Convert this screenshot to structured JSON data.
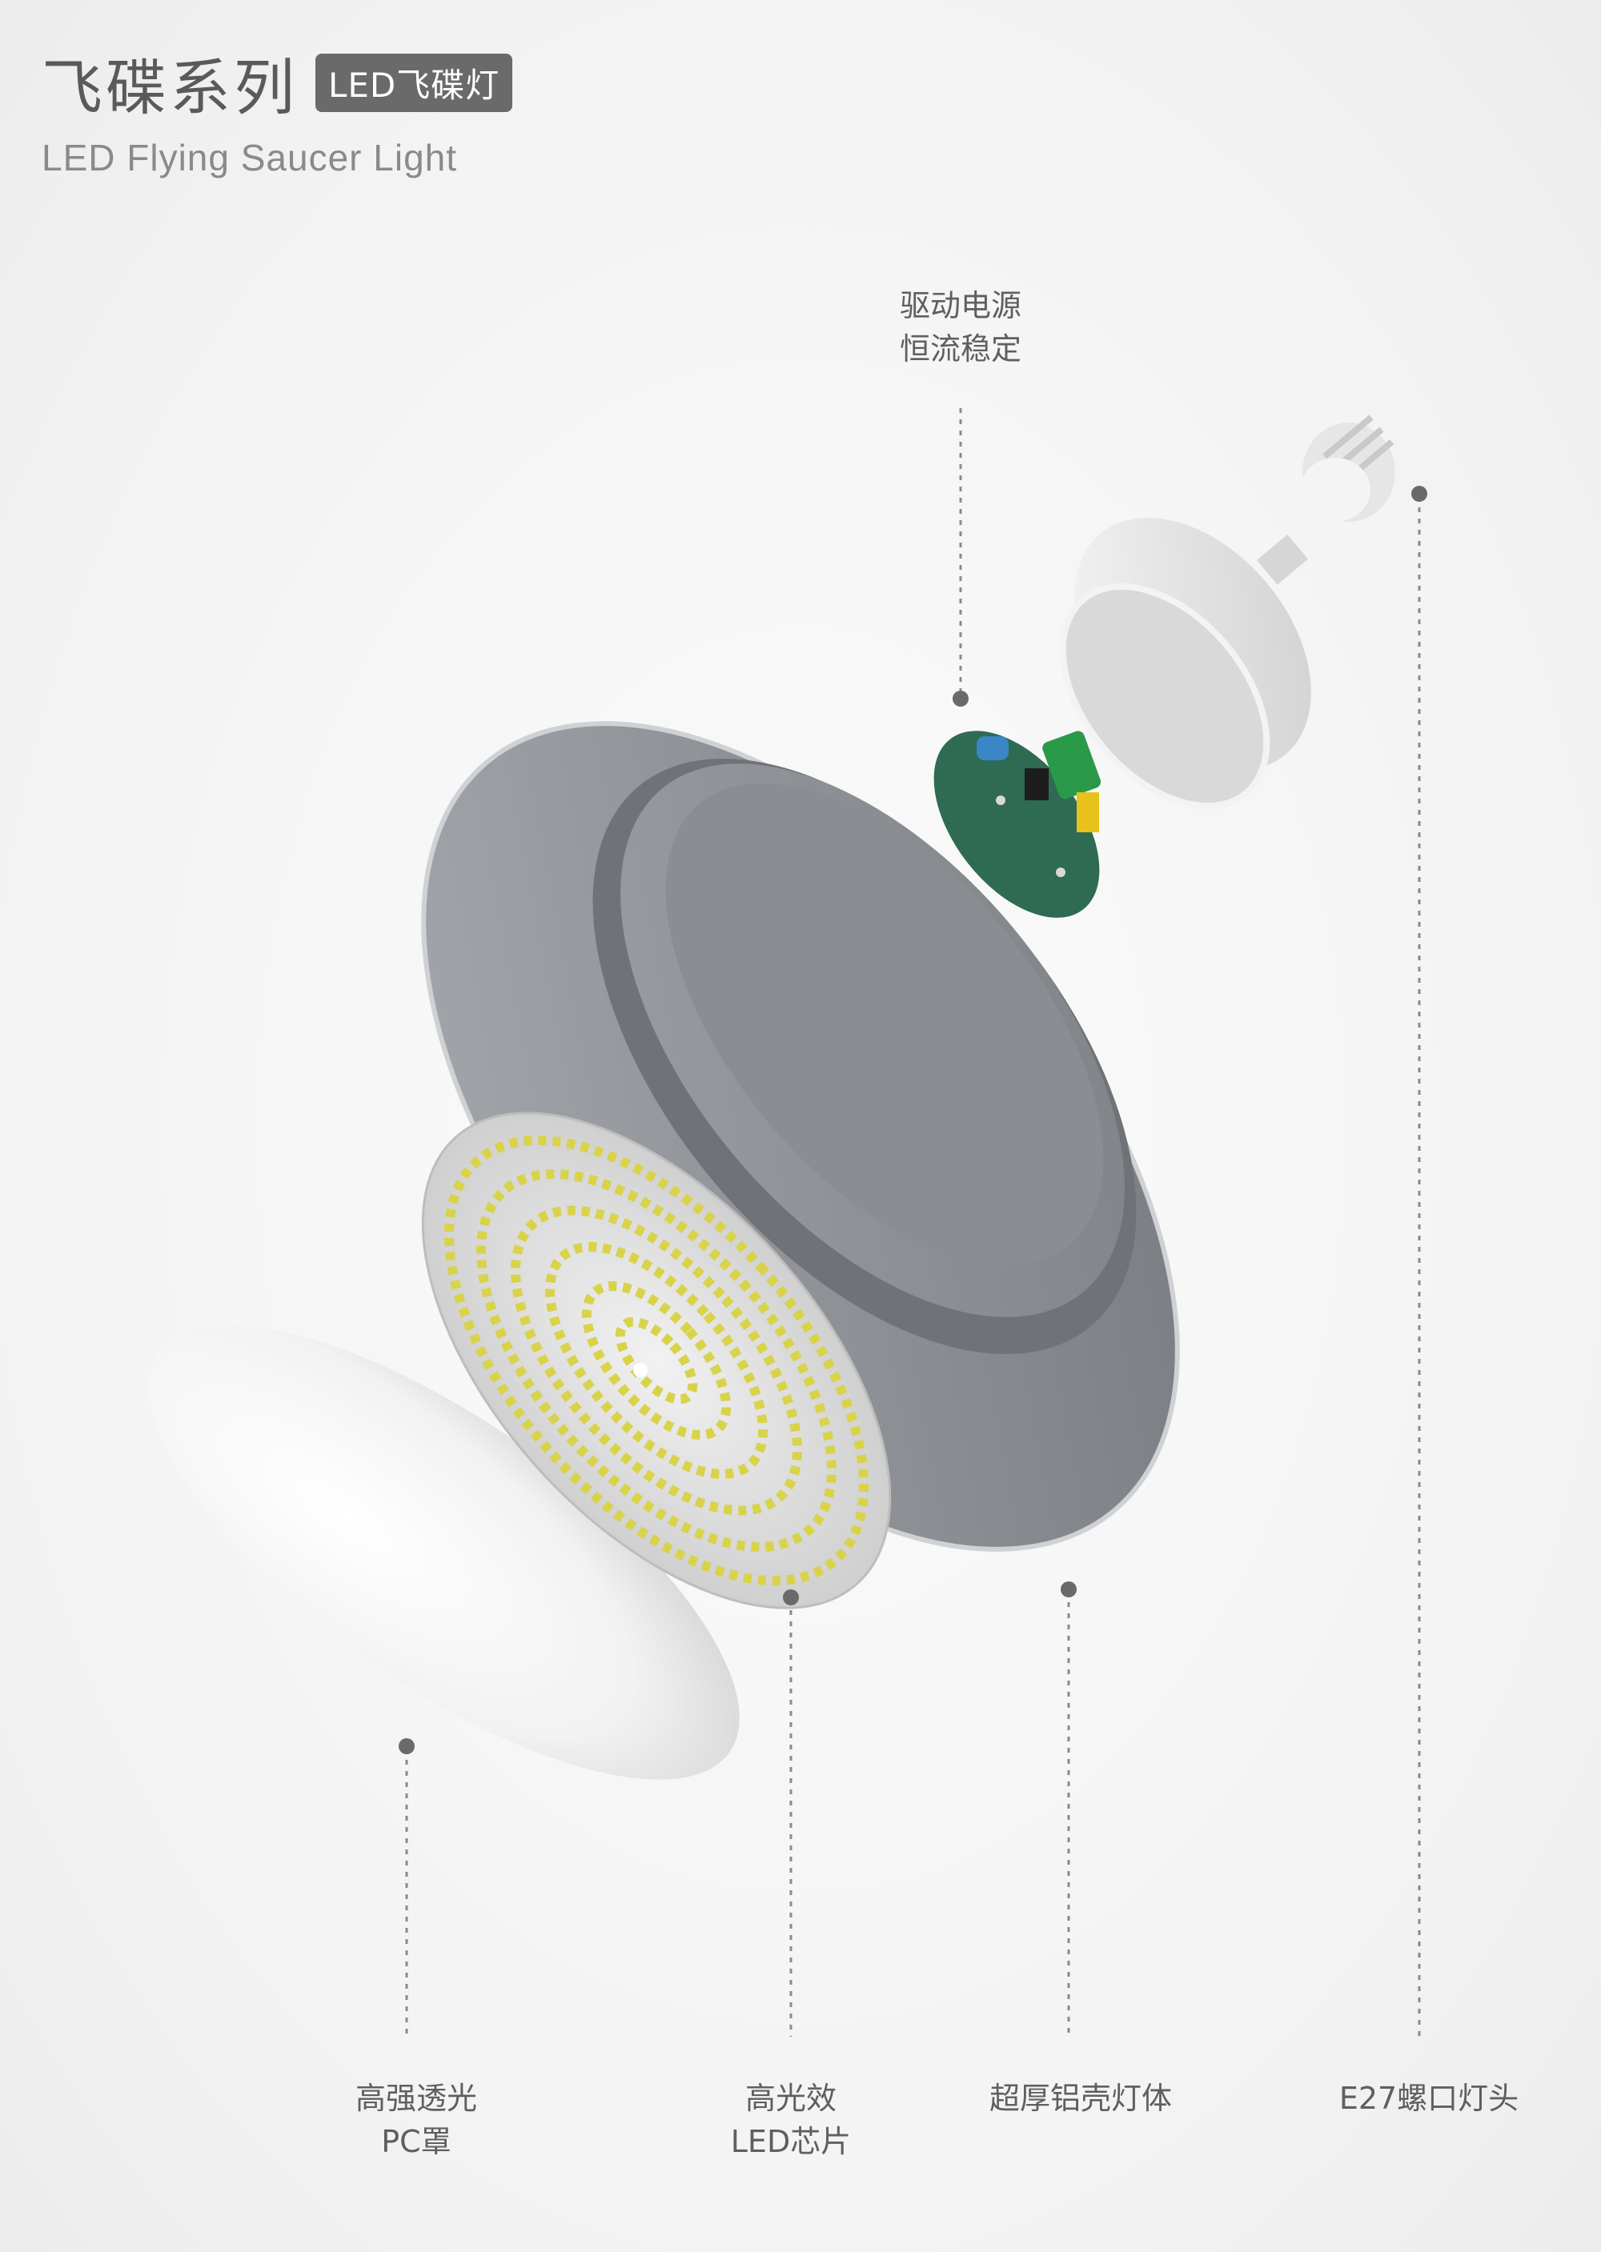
{
  "header": {
    "title": "飞碟系列",
    "badge": "LED飞碟灯",
    "subtitle": "LED Flying Saucer Light"
  },
  "labels": {
    "driver": {
      "line1": "驱动电源",
      "line2": "恒流稳定"
    },
    "cover": {
      "line1": "高强透光",
      "line2": "PC罩"
    },
    "chip": {
      "line1": "高光效",
      "line2": "LED芯片"
    },
    "shell": {
      "line1": "超厚铝壳灯体"
    },
    "base": {
      "line1": "E27螺口灯头"
    }
  },
  "colors": {
    "shell": "#8f9397",
    "pcb": "#2f6b52",
    "led": "#d8d34a",
    "text": "#5f5f5f"
  }
}
